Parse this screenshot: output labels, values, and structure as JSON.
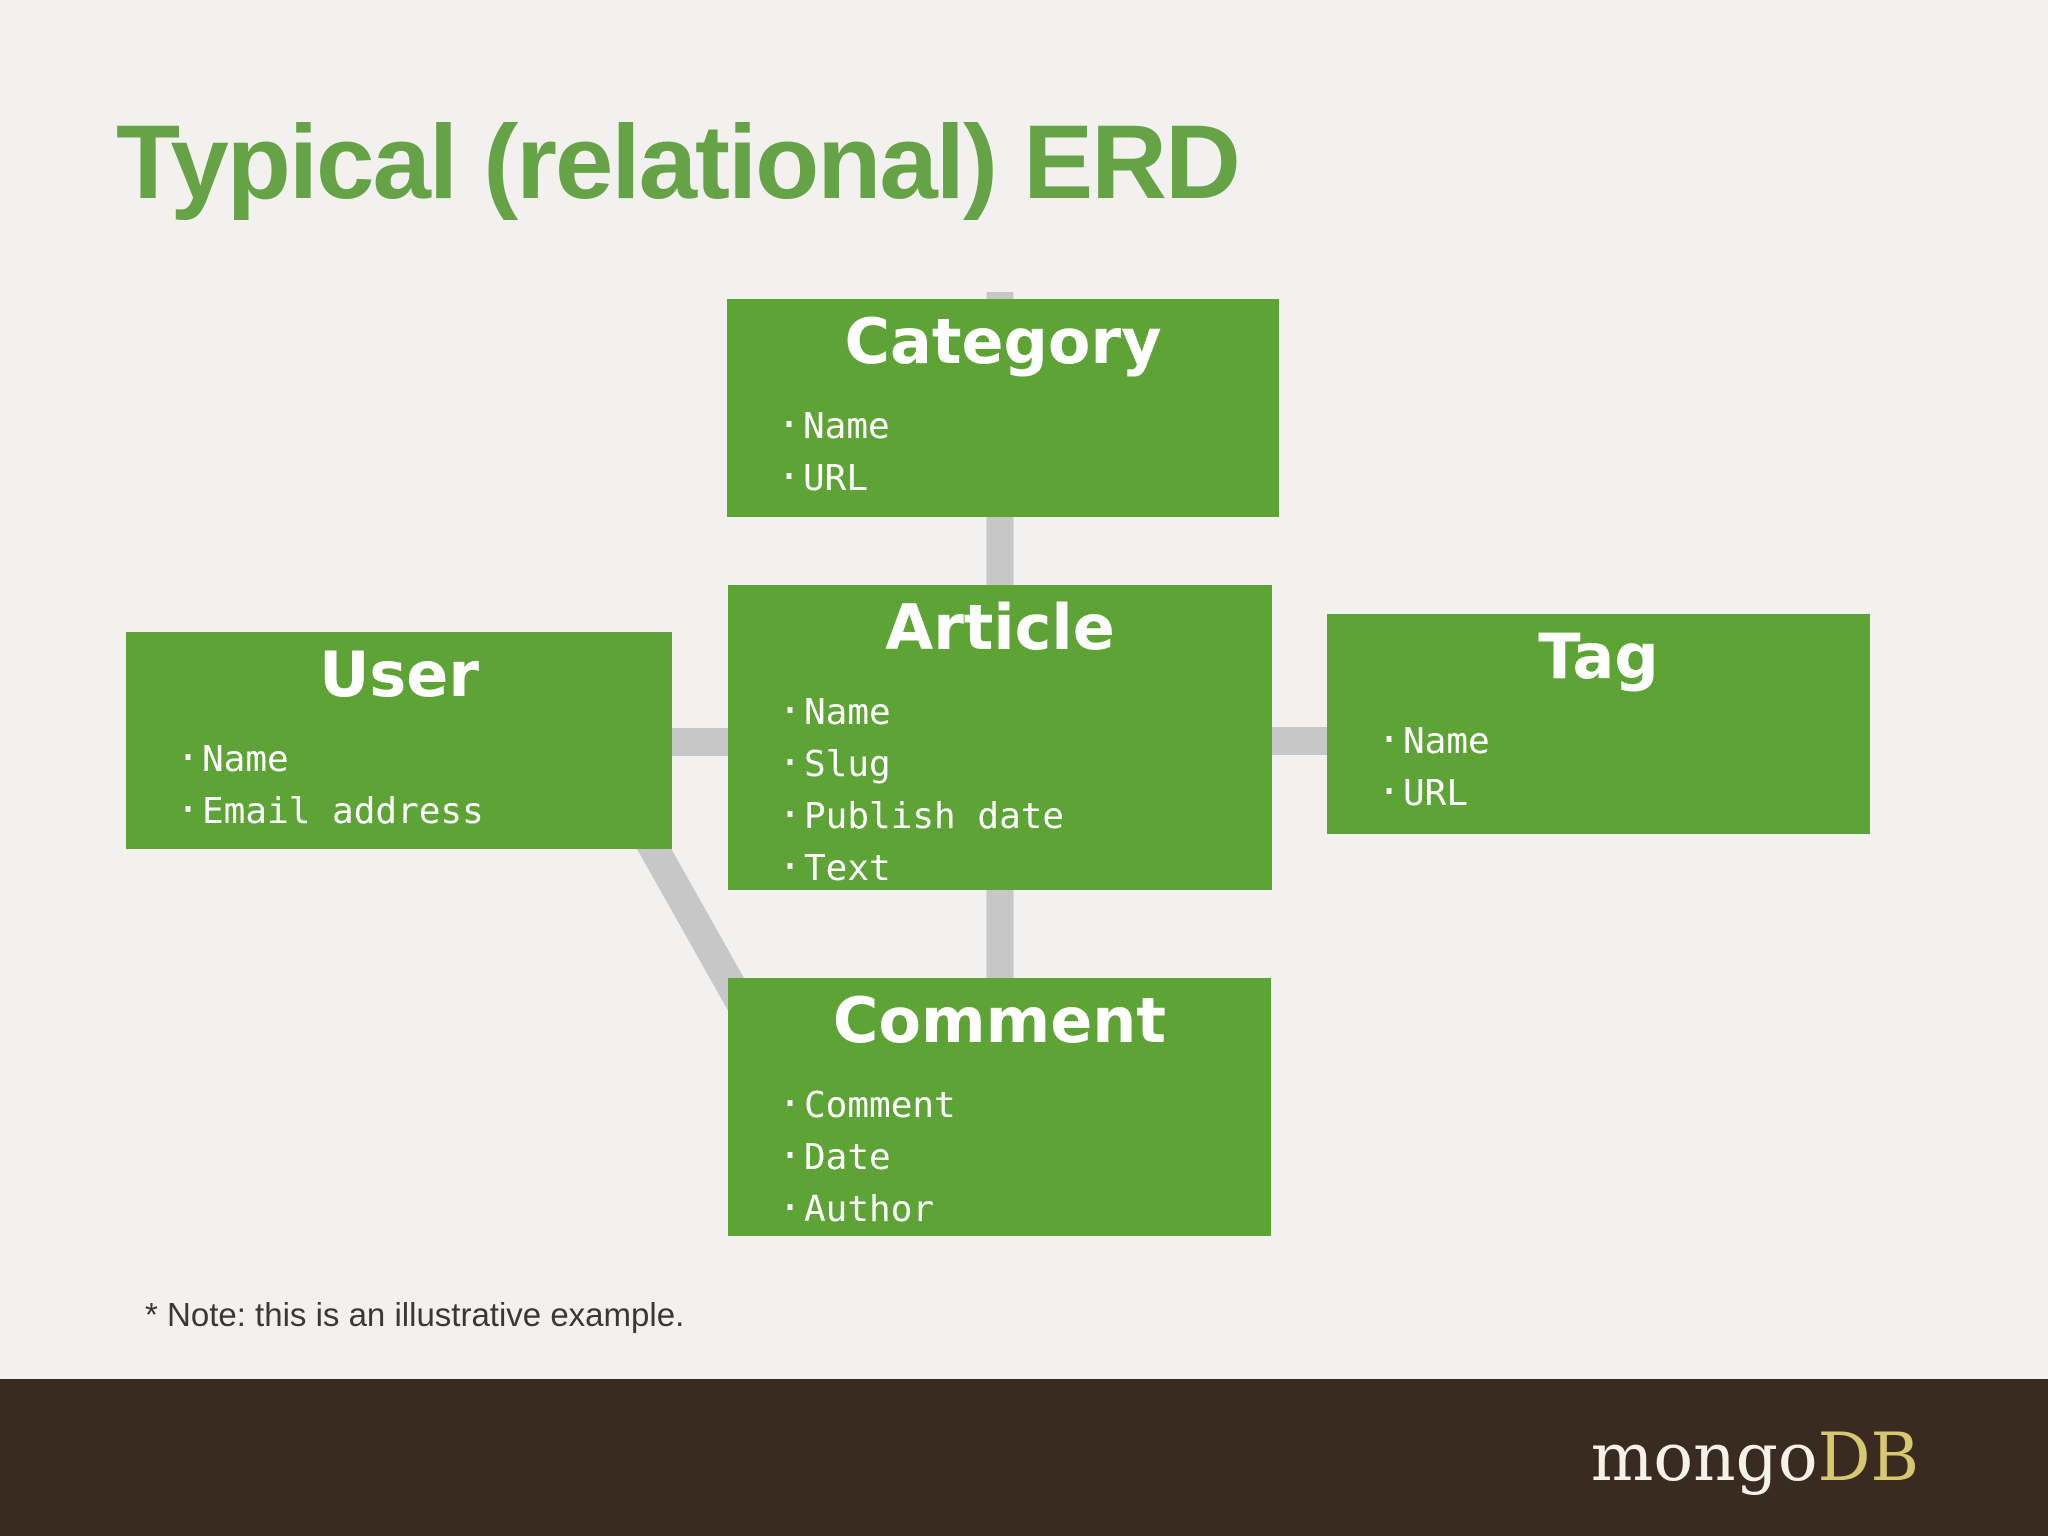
{
  "slide": {
    "title": "Typical (relational) ERD",
    "note": "* Note: this is an illustrative example.",
    "background_color": "#f2f1ef",
    "title_color": "#65a346"
  },
  "diagram": {
    "box_color": "#5da336",
    "box_text_color": "#ffffff",
    "connector_color": "#c7c7c7",
    "entities": [
      {
        "id": "category",
        "title": "Category",
        "fields": [
          "Name",
          "URL"
        ]
      },
      {
        "id": "article",
        "title": "Article",
        "fields": [
          "Name",
          "Slug",
          "Publish date",
          "Text"
        ]
      },
      {
        "id": "user",
        "title": "User",
        "fields": [
          "Name",
          "Email address"
        ]
      },
      {
        "id": "tag",
        "title": "Tag",
        "fields": [
          "Name",
          "URL"
        ]
      },
      {
        "id": "comment",
        "title": "Comment",
        "fields": [
          "Comment",
          "Date",
          "Author"
        ]
      }
    ],
    "relationships": [
      "Category - Article",
      "User - Article",
      "Article - Tag",
      "Article - Comment",
      "User - Comment"
    ]
  },
  "footer": {
    "bar_color": "#3a2b21",
    "logo_mongo": "mongo",
    "logo_db": "DB",
    "logo_mongo_color": "#f7f2e7",
    "logo_db_color": "#d6c770"
  }
}
